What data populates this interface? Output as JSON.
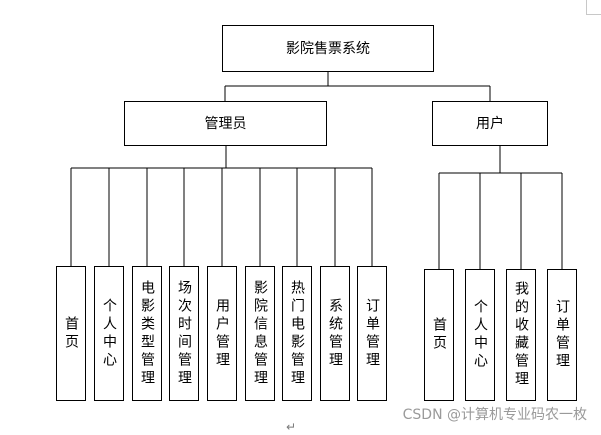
{
  "root": {
    "label": "影院售票系统"
  },
  "admin": {
    "label": "管理员",
    "children": [
      "首页",
      "个人中心",
      "电影类型管理",
      "场次时间管理",
      "用户管理",
      "影院信息管理",
      "热门电影管理",
      "系统管理",
      "订单管理"
    ]
  },
  "user": {
    "label": "用户",
    "children": [
      "首页",
      "个人中心",
      "我的收藏管理",
      "订单管理"
    ]
  },
  "watermark": "CSDN @计算机专业码农一枚",
  "return_mark": "↵"
}
